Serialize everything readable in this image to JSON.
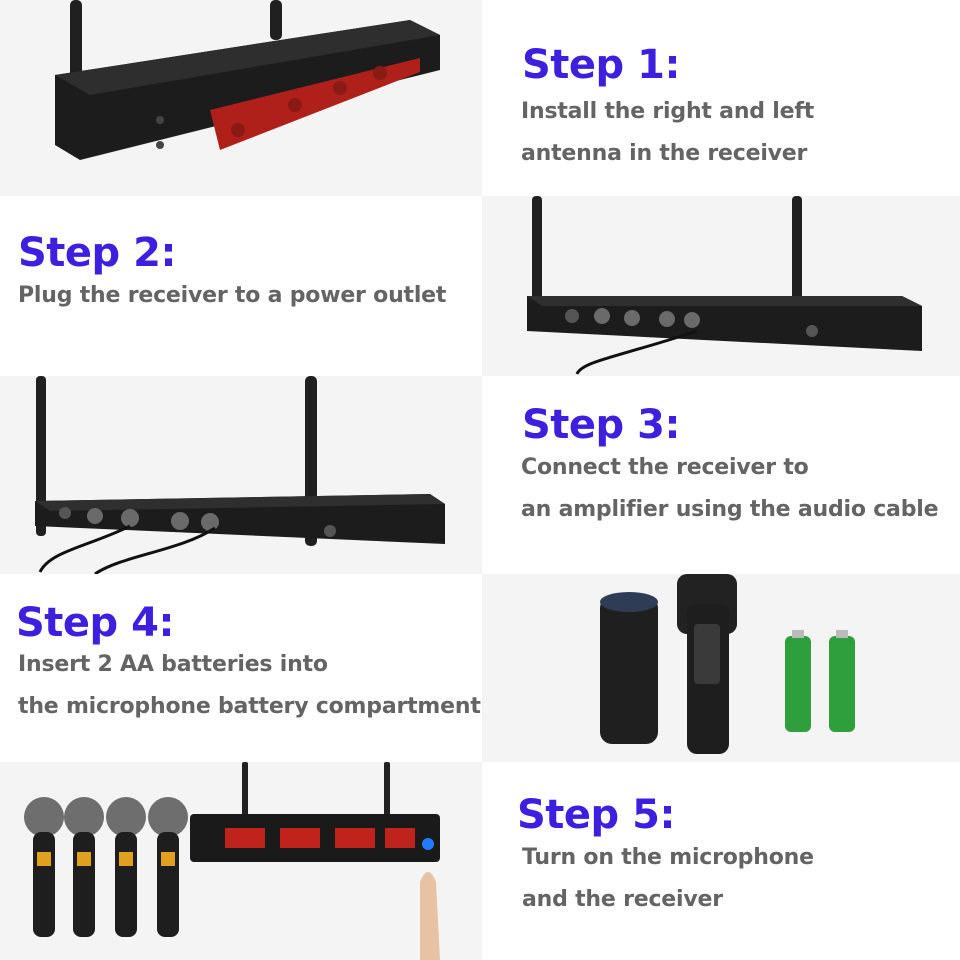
{
  "steps": [
    {
      "title": "Step 1:",
      "lines": [
        "Install the right and left",
        "antenna in the receiver"
      ]
    },
    {
      "title": "Step 2:",
      "lines": [
        "Plug the receiver to a power outlet"
      ]
    },
    {
      "title": "Step 3:",
      "lines": [
        "Connect the receiver to",
        "an amplifier using the audio cable"
      ]
    },
    {
      "title": "Step 4:",
      "lines": [
        "Insert 2 AA batteries into",
        "the microphone battery compartment"
      ]
    },
    {
      "title": "Step 5:",
      "lines": [
        "Turn on the microphone",
        "and the receiver"
      ]
    }
  ],
  "images": [
    {
      "icon": "receiver-top-view-icon"
    },
    {
      "icon": "receiver-rear-power-icon"
    },
    {
      "icon": "receiver-rear-audio-icon"
    },
    {
      "icon": "microphone-battery-icon"
    },
    {
      "icon": "microphones-receiver-power-icon"
    }
  ],
  "colors": {
    "title": "#3d1fe0",
    "body_text": "#646464",
    "panel_bg": "#f3f3f3",
    "device": "#1e1e1e",
    "accent_red": "#c0221c",
    "battery_green": "#2f9e3c",
    "power_button": "#1e7cff"
  }
}
